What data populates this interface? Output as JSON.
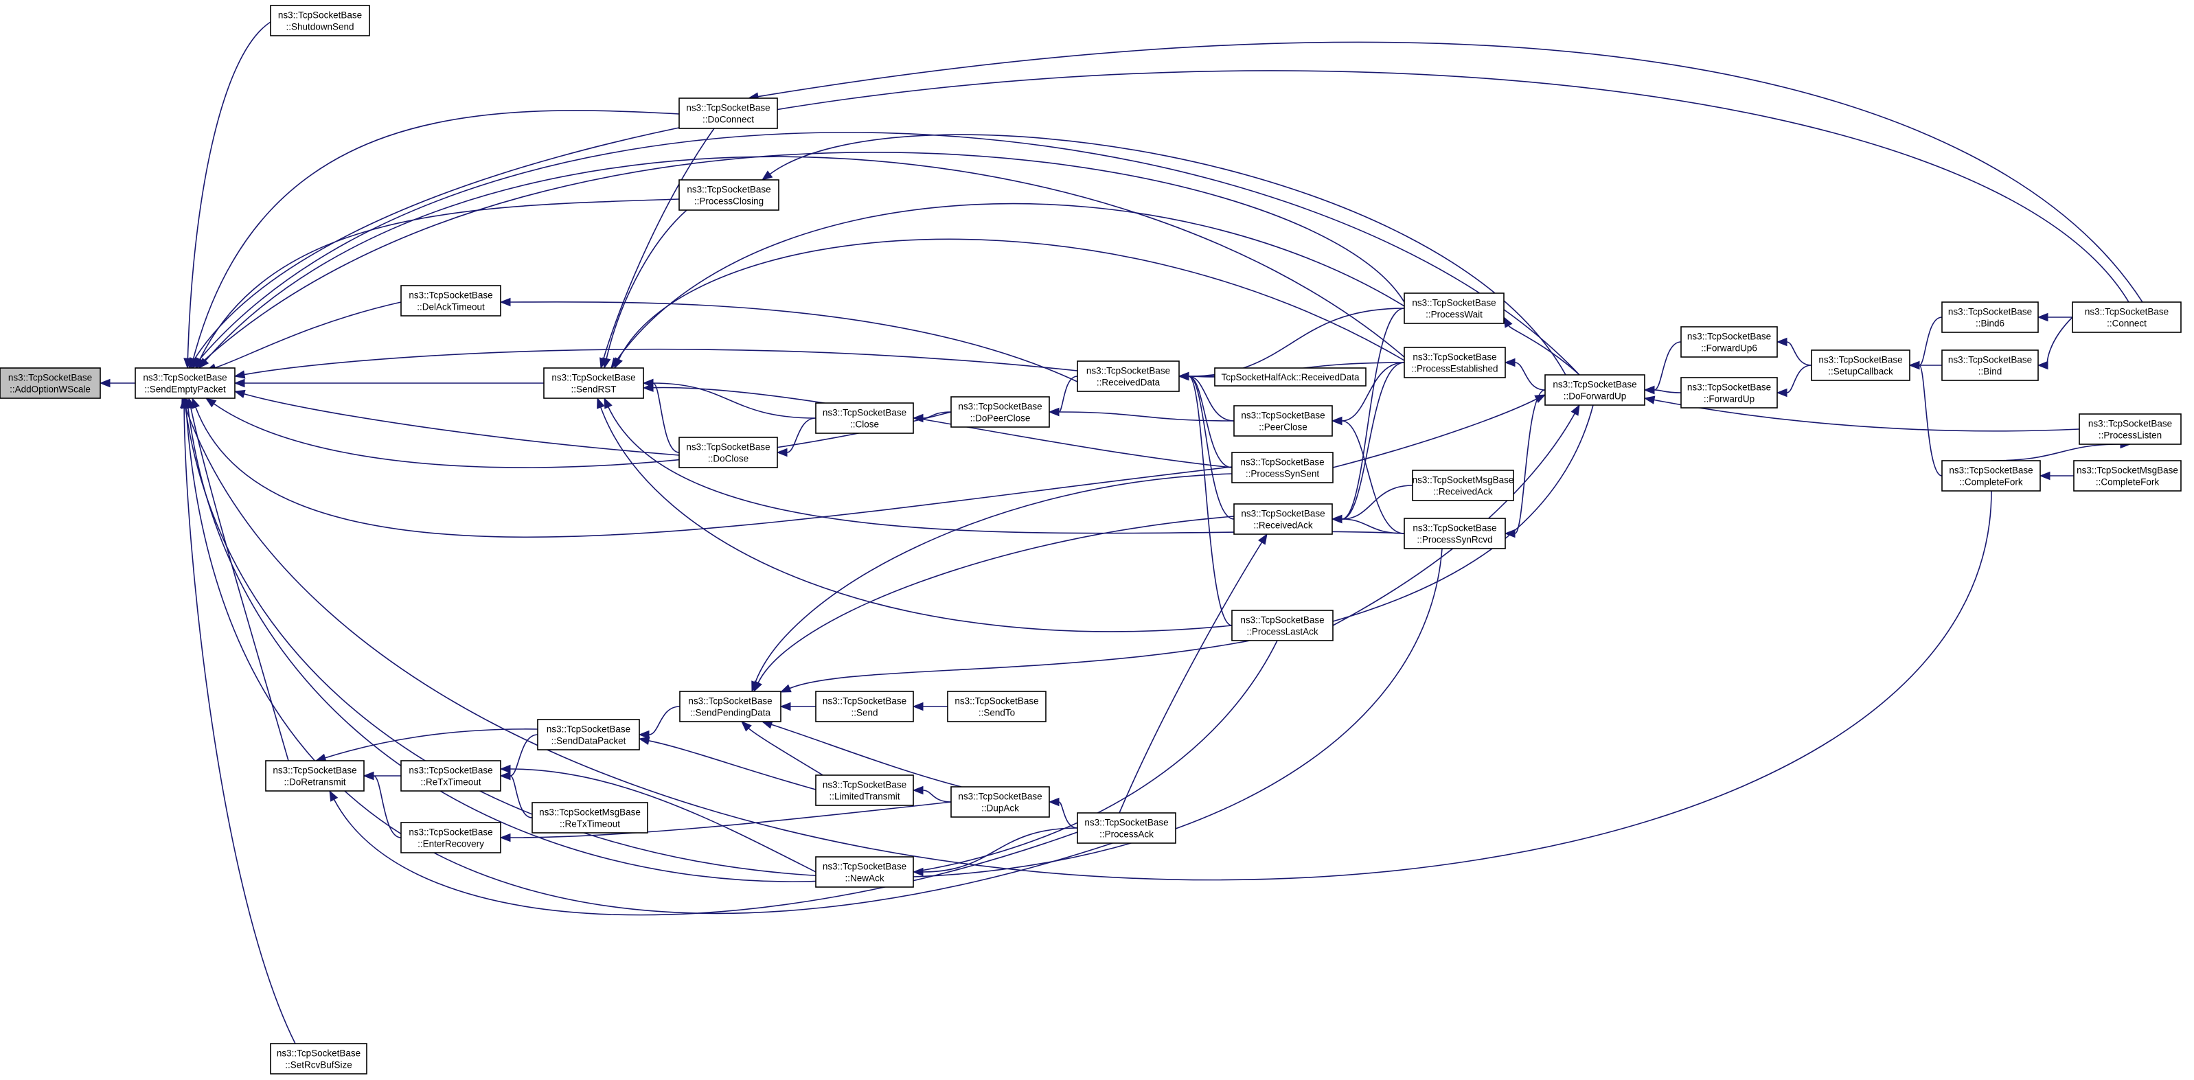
{
  "graph": {
    "edge_color": "#191970",
    "root_fill": "#bfbfbf",
    "nodes": [
      {
        "id": "addoptionwscale",
        "lines": [
          "ns3::TcpSocketBase",
          "::AddOptionWScale"
        ],
        "root": true
      },
      {
        "id": "sendemptypacket",
        "lines": [
          "ns3::TcpSocketBase",
          "::SendEmptyPacket"
        ]
      },
      {
        "id": "shutdownsend",
        "lines": [
          "ns3::TcpSocketBase",
          "::ShutdownSend"
        ]
      },
      {
        "id": "doconnect",
        "lines": [
          "ns3::TcpSocketBase",
          "::DoConnect"
        ]
      },
      {
        "id": "processclosing",
        "lines": [
          "ns3::TcpSocketBase",
          "::ProcessClosing"
        ]
      },
      {
        "id": "delacktimeout",
        "lines": [
          "ns3::TcpSocketBase",
          "::DelAckTimeout"
        ]
      },
      {
        "id": "sendrst",
        "lines": [
          "ns3::TcpSocketBase",
          "::SendRST"
        ]
      },
      {
        "id": "doclose",
        "lines": [
          "ns3::TcpSocketBase",
          "::DoClose"
        ]
      },
      {
        "id": "close",
        "lines": [
          "ns3::TcpSocketBase",
          "::Close"
        ]
      },
      {
        "id": "dopeerclose",
        "lines": [
          "ns3::TcpSocketBase",
          "::DoPeerClose"
        ]
      },
      {
        "id": "receiveddata",
        "lines": [
          "ns3::TcpSocketBase",
          "::ReceivedData"
        ]
      },
      {
        "id": "halfack",
        "lines": [
          "TcpSocketHalfAck::ReceivedData"
        ]
      },
      {
        "id": "peerclose",
        "lines": [
          "ns3::TcpSocketBase",
          "::PeerClose"
        ]
      },
      {
        "id": "processsynsent",
        "lines": [
          "ns3::TcpSocketBase",
          "::ProcessSynSent"
        ]
      },
      {
        "id": "receivedack",
        "lines": [
          "ns3::TcpSocketBase",
          "::ReceivedAck"
        ]
      },
      {
        "id": "processlastack",
        "lines": [
          "ns3::TcpSocketBase",
          "::ProcessLastAck"
        ]
      },
      {
        "id": "processwait",
        "lines": [
          "ns3::TcpSocketBase",
          "::ProcessWait"
        ]
      },
      {
        "id": "processestablished",
        "lines": [
          "ns3::TcpSocketBase",
          "::ProcessEstablished"
        ]
      },
      {
        "id": "msgreceivedack",
        "lines": [
          "ns3::TcpSocketMsgBase",
          "::ReceivedAck"
        ]
      },
      {
        "id": "processsynrcvd",
        "lines": [
          "ns3::TcpSocketBase",
          "::ProcessSynRcvd"
        ]
      },
      {
        "id": "doforwardup",
        "lines": [
          "ns3::TcpSocketBase",
          "::DoForwardUp"
        ]
      },
      {
        "id": "forwardup6",
        "lines": [
          "ns3::TcpSocketBase",
          "::ForwardUp6"
        ]
      },
      {
        "id": "forwardup",
        "lines": [
          "ns3::TcpSocketBase",
          "::ForwardUp"
        ]
      },
      {
        "id": "setupcallback",
        "lines": [
          "ns3::TcpSocketBase",
          "::SetupCallback"
        ]
      },
      {
        "id": "bind6",
        "lines": [
          "ns3::TcpSocketBase",
          "::Bind6"
        ]
      },
      {
        "id": "bind",
        "lines": [
          "ns3::TcpSocketBase",
          "::Bind"
        ]
      },
      {
        "id": "connect",
        "lines": [
          "ns3::TcpSocketBase",
          "::Connect"
        ]
      },
      {
        "id": "processlisten",
        "lines": [
          "ns3::TcpSocketBase",
          "::ProcessListen"
        ]
      },
      {
        "id": "completefork",
        "lines": [
          "ns3::TcpSocketBase",
          "::CompleteFork"
        ]
      },
      {
        "id": "msgcompletefork",
        "lines": [
          "ns3::TcpSocketMsgBase",
          "::CompleteFork"
        ]
      },
      {
        "id": "sendpendingdata",
        "lines": [
          "ns3::TcpSocketBase",
          "::SendPendingData"
        ]
      },
      {
        "id": "send",
        "lines": [
          "ns3::TcpSocketBase",
          "::Send"
        ]
      },
      {
        "id": "sendto",
        "lines": [
          "ns3::TcpSocketBase",
          "::SendTo"
        ]
      },
      {
        "id": "senddatapacket",
        "lines": [
          "ns3::TcpSocketBase",
          "::SendDataPacket"
        ]
      },
      {
        "id": "doretransmit",
        "lines": [
          "ns3::TcpSocketBase",
          "::DoRetransmit"
        ]
      },
      {
        "id": "retxtimeout",
        "lines": [
          "ns3::TcpSocketBase",
          "::ReTxTimeout"
        ]
      },
      {
        "id": "msgretxtimeout",
        "lines": [
          "ns3::TcpSocketMsgBase",
          "::ReTxTimeout"
        ]
      },
      {
        "id": "limitedtransmit",
        "lines": [
          "ns3::TcpSocketBase",
          "::LimitedTransmit"
        ]
      },
      {
        "id": "dupack",
        "lines": [
          "ns3::TcpSocketBase",
          "::DupAck"
        ]
      },
      {
        "id": "enterrecovery",
        "lines": [
          "ns3::TcpSocketBase",
          "::EnterRecovery"
        ]
      },
      {
        "id": "processack",
        "lines": [
          "ns3::TcpSocketBase",
          "::ProcessAck"
        ]
      },
      {
        "id": "newack",
        "lines": [
          "ns3::TcpSocketBase",
          "::NewAck"
        ]
      },
      {
        "id": "setrcvbufsize",
        "lines": [
          "ns3::TcpSocketBase",
          "::SetRcvBufSize"
        ]
      }
    ],
    "edges": [
      {
        "from": "sendemptypacket",
        "to": "addoptionwscale"
      },
      {
        "from": "shutdownsend",
        "to": "sendemptypacket"
      },
      {
        "from": "doconnect",
        "to": "sendemptypacket"
      },
      {
        "from": "processclosing",
        "to": "sendemptypacket"
      },
      {
        "from": "delacktimeout",
        "to": "sendemptypacket"
      },
      {
        "from": "sendrst",
        "to": "sendemptypacket"
      },
      {
        "from": "doclose",
        "to": "sendemptypacket"
      },
      {
        "from": "dopeerclose",
        "to": "sendemptypacket"
      },
      {
        "from": "receiveddata",
        "to": "sendemptypacket"
      },
      {
        "from": "processsynsent",
        "to": "sendemptypacket"
      },
      {
        "from": "processwait",
        "to": "sendemptypacket"
      },
      {
        "from": "processestablished",
        "to": "sendemptypacket"
      },
      {
        "from": "doforwardup",
        "to": "sendemptypacket"
      },
      {
        "from": "connect",
        "to": "sendemptypacket"
      },
      {
        "from": "doretransmit",
        "to": "sendemptypacket"
      },
      {
        "from": "processack",
        "to": "sendemptypacket"
      },
      {
        "from": "processlastack",
        "to": "sendemptypacket"
      },
      {
        "from": "processsynrcvd",
        "to": "sendemptypacket"
      },
      {
        "from": "completefork",
        "to": "sendemptypacket"
      },
      {
        "from": "setrcvbufsize",
        "to": "sendemptypacket"
      },
      {
        "from": "doconnect",
        "to": "sendrst"
      },
      {
        "from": "processclosing",
        "to": "sendrst"
      },
      {
        "from": "close",
        "to": "sendrst"
      },
      {
        "from": "doclose",
        "to": "sendrst"
      },
      {
        "from": "processwait",
        "to": "sendrst"
      },
      {
        "from": "processestablished",
        "to": "sendrst"
      },
      {
        "from": "processsynsent",
        "to": "sendrst"
      },
      {
        "from": "processsynrcvd",
        "to": "sendrst"
      },
      {
        "from": "processlastack",
        "to": "sendrst"
      },
      {
        "from": "close",
        "to": "doclose"
      },
      {
        "from": "dopeerclose",
        "to": "close"
      },
      {
        "from": "receiveddata",
        "to": "dopeerclose"
      },
      {
        "from": "peerclose",
        "to": "dopeerclose"
      },
      {
        "from": "receiveddata",
        "to": "delacktimeout"
      },
      {
        "from": "halfack",
        "to": "receiveddata"
      },
      {
        "from": "processwait",
        "to": "receiveddata"
      },
      {
        "from": "processestablished",
        "to": "receiveddata"
      },
      {
        "from": "peerclose",
        "to": "receiveddata"
      },
      {
        "from": "processsynsent",
        "to": "receiveddata"
      },
      {
        "from": "receivedack",
        "to": "receiveddata"
      },
      {
        "from": "processlastack",
        "to": "receiveddata"
      },
      {
        "from": "processestablished",
        "to": "peerclose"
      },
      {
        "from": "processsynrcvd",
        "to": "peerclose"
      },
      {
        "from": "processwait",
        "to": "receivedack"
      },
      {
        "from": "processestablished",
        "to": "receivedack"
      },
      {
        "from": "msgreceivedack",
        "to": "receivedack"
      },
      {
        "from": "processsynrcvd",
        "to": "receivedack"
      },
      {
        "from": "doforwardup",
        "to": "processwait"
      },
      {
        "from": "doforwardup",
        "to": "processestablished"
      },
      {
        "from": "doforwardup",
        "to": "processsynrcvd"
      },
      {
        "from": "doforwardup",
        "to": "processclosing"
      },
      {
        "from": "processsynsent",
        "to": "doforwardup"
      },
      {
        "from": "processlastack",
        "to": "doforwardup"
      },
      {
        "from": "doforwardup",
        "to": "sendpendingdata"
      },
      {
        "from": "forwardup6",
        "to": "doforwardup"
      },
      {
        "from": "forwardup",
        "to": "doforwardup"
      },
      {
        "from": "processlisten",
        "to": "doforwardup"
      },
      {
        "from": "setupcallback",
        "to": "forwardup6"
      },
      {
        "from": "setupcallback",
        "to": "forwardup"
      },
      {
        "from": "bind6",
        "to": "setupcallback"
      },
      {
        "from": "bind",
        "to": "setupcallback"
      },
      {
        "from": "completefork",
        "to": "setupcallback"
      },
      {
        "from": "connect",
        "to": "bind6"
      },
      {
        "from": "connect",
        "to": "bind"
      },
      {
        "from": "connect",
        "to": "doconnect"
      },
      {
        "from": "completefork",
        "to": "processlisten"
      },
      {
        "from": "msgcompletefork",
        "to": "completefork"
      },
      {
        "from": "sendpendingdata",
        "to": "senddatapacket"
      },
      {
        "from": "processsynsent",
        "to": "sendpendingdata"
      },
      {
        "from": "receivedack",
        "to": "sendpendingdata"
      },
      {
        "from": "send",
        "to": "sendpendingdata"
      },
      {
        "from": "limitedtransmit",
        "to": "sendpendingdata"
      },
      {
        "from": "dupack",
        "to": "sendpendingdata"
      },
      {
        "from": "sendto",
        "to": "send"
      },
      {
        "from": "senddatapacket",
        "to": "doretransmit"
      },
      {
        "from": "senddatapacket",
        "to": "retxtimeout"
      },
      {
        "from": "limitedtransmit",
        "to": "senddatapacket"
      },
      {
        "from": "retxtimeout",
        "to": "doretransmit"
      },
      {
        "from": "enterrecovery",
        "to": "doretransmit"
      },
      {
        "from": "processack",
        "to": "doretransmit"
      },
      {
        "from": "msgretxtimeout",
        "to": "retxtimeout"
      },
      {
        "from": "newack",
        "to": "retxtimeout"
      },
      {
        "from": "dupack",
        "to": "enterrecovery"
      },
      {
        "from": "dupack",
        "to": "limitedtransmit"
      },
      {
        "from": "processack",
        "to": "dupack"
      },
      {
        "from": "processack",
        "to": "newack"
      },
      {
        "from": "processack",
        "to": "receivedack"
      }
    ]
  }
}
